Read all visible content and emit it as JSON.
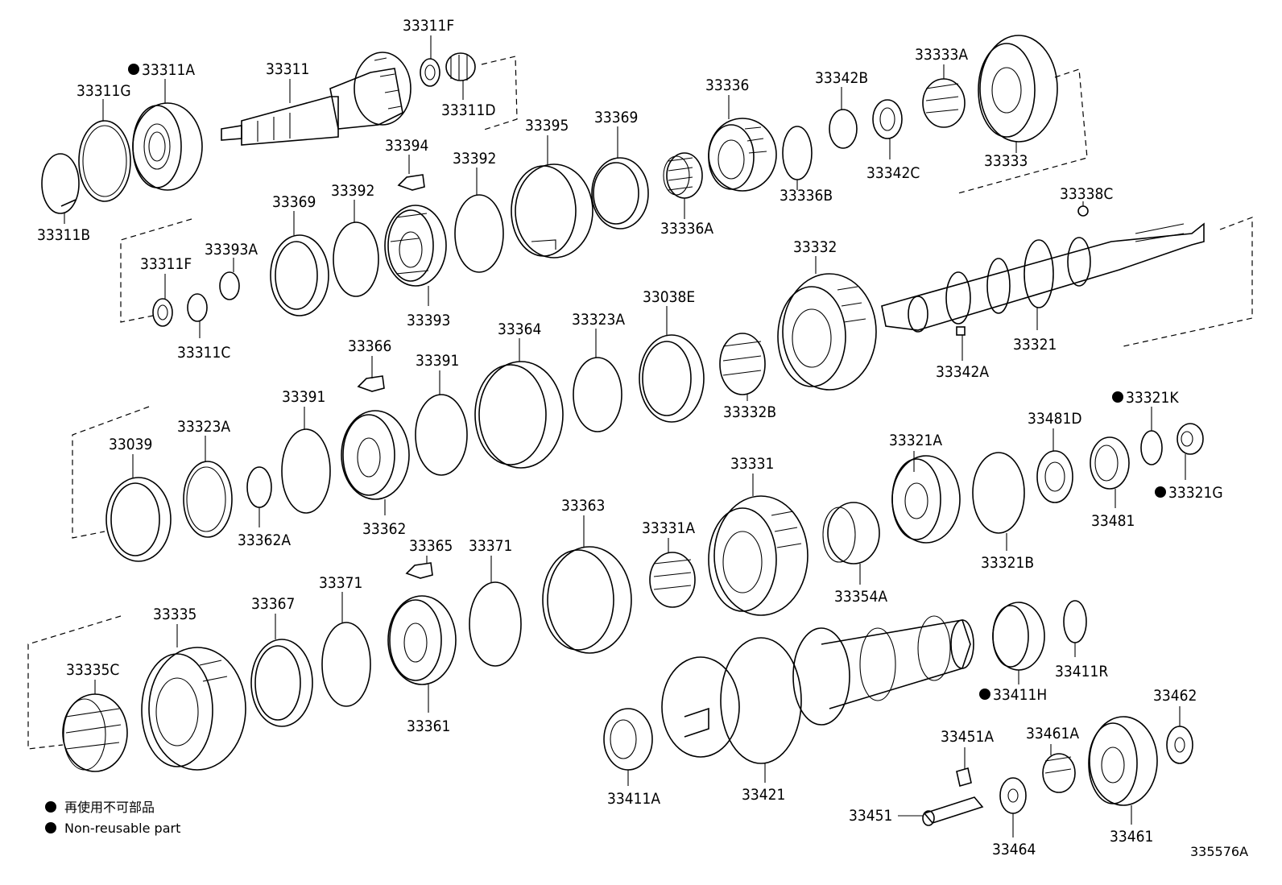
{
  "parts": [
    {
      "id": "p33311F_top",
      "text": "33311F"
    },
    {
      "id": "p33311A",
      "text": "33311A",
      "nonreusable": true
    },
    {
      "id": "p33311",
      "text": "33311"
    },
    {
      "id": "p33311G",
      "text": "33311G"
    },
    {
      "id": "p33311D",
      "text": "33311D"
    },
    {
      "id": "p33311B",
      "text": "33311B"
    },
    {
      "id": "p33333A",
      "text": "33333A"
    },
    {
      "id": "p33342B",
      "text": "33342B"
    },
    {
      "id": "p33336",
      "text": "33336"
    },
    {
      "id": "p33395",
      "text": "33395"
    },
    {
      "id": "p33369_top",
      "text": "33369"
    },
    {
      "id": "p33394",
      "text": "33394"
    },
    {
      "id": "p33392_top",
      "text": "33392"
    },
    {
      "id": "p33342C",
      "text": "33342C"
    },
    {
      "id": "p33333",
      "text": "33333"
    },
    {
      "id": "p33336B",
      "text": "33336B"
    },
    {
      "id": "p33336A",
      "text": "33336A"
    },
    {
      "id": "p33338C",
      "text": "33338C"
    },
    {
      "id": "p33369_mid",
      "text": "33369"
    },
    {
      "id": "p33392_mid",
      "text": "33392"
    },
    {
      "id": "p33393A",
      "text": "33393A"
    },
    {
      "id": "p33311F_mid",
      "text": "33311F"
    },
    {
      "id": "p33332",
      "text": "33332"
    },
    {
      "id": "p33393",
      "text": "33393"
    },
    {
      "id": "p33311C",
      "text": "33311C"
    },
    {
      "id": "p33321",
      "text": "33321"
    },
    {
      "id": "p33342A",
      "text": "33342A"
    },
    {
      "id": "p33364",
      "text": "33364"
    },
    {
      "id": "p33323A_top",
      "text": "33323A"
    },
    {
      "id": "p33038E",
      "text": "33038E"
    },
    {
      "id": "p33366",
      "text": "33366"
    },
    {
      "id": "p33391_top",
      "text": "33391"
    },
    {
      "id": "p33391_mid",
      "text": "33391"
    },
    {
      "id": "p33332B",
      "text": "33332B"
    },
    {
      "id": "p33321K",
      "text": "33321K",
      "nonreusable": true
    },
    {
      "id": "p33481D",
      "text": "33481D"
    },
    {
      "id": "p33321A",
      "text": "33321A"
    },
    {
      "id": "p33323A_mid",
      "text": "33323A"
    },
    {
      "id": "p33039",
      "text": "33039"
    },
    {
      "id": "p33331",
      "text": "33331"
    },
    {
      "id": "p33321G",
      "text": "33321G",
      "nonreusable": true
    },
    {
      "id": "p33363",
      "text": "33363"
    },
    {
      "id": "p33331A",
      "text": "33331A"
    },
    {
      "id": "p33362",
      "text": "33362"
    },
    {
      "id": "p33362A",
      "text": "33362A"
    },
    {
      "id": "p33481",
      "text": "33481"
    },
    {
      "id": "p33365",
      "text": "33365"
    },
    {
      "id": "p33371_top",
      "text": "33371"
    },
    {
      "id": "p33321B",
      "text": "33321B"
    },
    {
      "id": "p33354A",
      "text": "33354A"
    },
    {
      "id": "p33371_mid",
      "text": "33371"
    },
    {
      "id": "p33367",
      "text": "33367"
    },
    {
      "id": "p33335",
      "text": "33335"
    },
    {
      "id": "p33411R",
      "text": "33411R"
    },
    {
      "id": "p33335C",
      "text": "33335C"
    },
    {
      "id": "p33361",
      "text": "33361"
    },
    {
      "id": "p33411H",
      "text": "33411H",
      "nonreusable": true
    },
    {
      "id": "p33462",
      "text": "33462"
    },
    {
      "id": "p33451A",
      "text": "33451A"
    },
    {
      "id": "p33461A",
      "text": "33461A"
    },
    {
      "id": "p33411A",
      "text": "33411A"
    },
    {
      "id": "p33421",
      "text": "33421"
    },
    {
      "id": "p33451",
      "text": "33451"
    },
    {
      "id": "p33461",
      "text": "33461"
    },
    {
      "id": "p33464",
      "text": "33464"
    }
  ],
  "legend": {
    "line1": "再使用不可部品",
    "line2": "Non-reusable part"
  },
  "figure_id": "335576A"
}
